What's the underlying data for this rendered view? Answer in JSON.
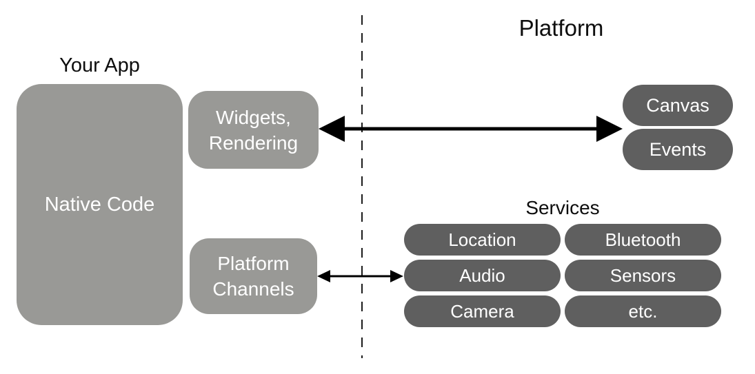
{
  "colors": {
    "light_gray_block": "#999996",
    "dark_gray_pill": "#5f5f5f",
    "text_black": "#0d0d0d",
    "text_white": "#ffffff",
    "background": "#ffffff"
  },
  "app_side": {
    "title": "Your App",
    "native_code_label": "Native Code",
    "widgets_box": {
      "line1": "Widgets,",
      "line2": "Rendering"
    },
    "channels_box": {
      "line1": "Platform",
      "line2": "Channels"
    }
  },
  "platform_side": {
    "title": "Platform",
    "render_pills": [
      "Canvas",
      "Events"
    ],
    "services": {
      "title": "Services",
      "items": [
        "Location",
        "Bluetooth",
        "Audio",
        "Sensors",
        "Camera",
        "etc."
      ]
    }
  },
  "connectors": {
    "boundary_line": "platform-boundary (dashed)",
    "widgets_arrow": "bidirectional arrow: Widgets,Rendering <-> Canvas/Events",
    "channels_arrow": "bidirectional arrow: Platform Channels <-> Services"
  }
}
